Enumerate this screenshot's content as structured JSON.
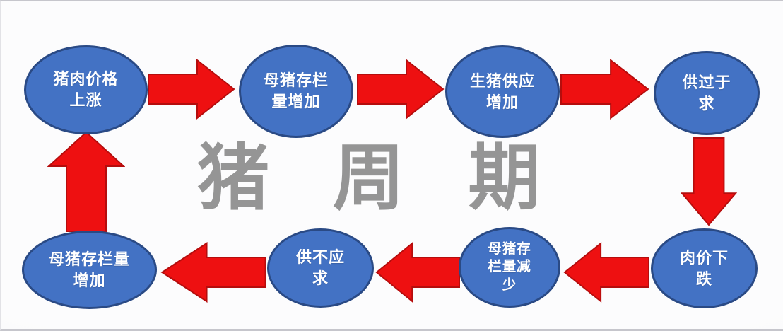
{
  "title": {
    "text": "猪周期"
  },
  "colors": {
    "background": "#f8f8fa",
    "node_fill": "#4372c4",
    "node_border": "#2a4a85",
    "node_text": "#ffffff",
    "arrow_fill": "#ee1011",
    "arrow_border": "#b50d0d",
    "title_text": "#141414"
  },
  "nodes": [
    {
      "id": "pork-price-rises",
      "label": "猪肉价格\n上涨"
    },
    {
      "id": "sow-inventory-increases",
      "label": "母猪存栏\n量增加"
    },
    {
      "id": "hog-supply-increases",
      "label": "生猪供应\n增加"
    },
    {
      "id": "supply-exceeds-demand",
      "label": "供过于\n求"
    },
    {
      "id": "meat-price-falls",
      "label": "肉价下\n跌"
    },
    {
      "id": "sow-inventory-decreases",
      "label": "母猪存\n栏量减\n少"
    },
    {
      "id": "supply-falls-short",
      "label": "供不应\n求"
    },
    {
      "id": "sow-inventory-increases-2",
      "label": "母猪存栏量\n增加"
    }
  ]
}
